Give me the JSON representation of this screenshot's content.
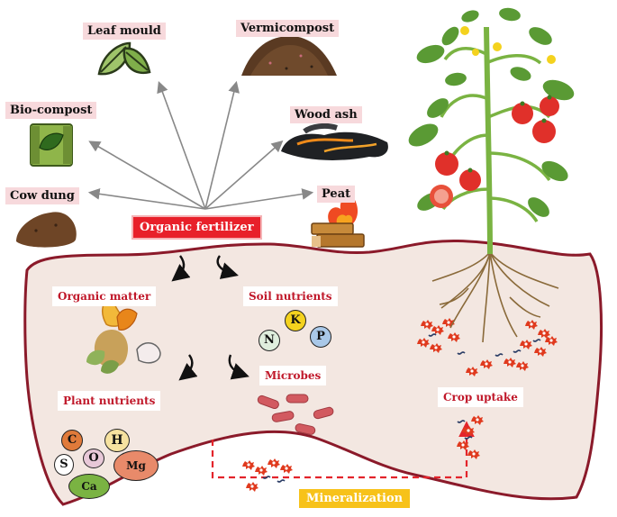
{
  "sources": {
    "leaf_mould": "Leaf mould",
    "vermicompost": "Vermicompost",
    "bio_compost": "Bio-compost",
    "wood_ash": "Wood ash",
    "cow_dung": "Cow dung",
    "peat": "Peat"
  },
  "center": {
    "organic_fertilizer": "Organic fertilizer"
  },
  "soil": {
    "organic_matter": "Organic matter",
    "soil_nutrients": "Soil nutrients",
    "plant_nutrients": "Plant nutrients",
    "microbes": "Microbes",
    "crop_uptake": "Crop uptake",
    "mineralization": "Mineralization"
  },
  "soil_nutrient_symbols": {
    "n": "N",
    "k": "K",
    "p": "P"
  },
  "plant_nutrient_symbols": {
    "c": "C",
    "h": "H",
    "o": "O",
    "s": "S",
    "mg": "Mg",
    "ca": "Ca"
  },
  "colors": {
    "soil_fill": "#f3e7e1",
    "soil_border": "#8b1a2a",
    "arrow_red": "#e3242b",
    "leaf_green": "#5a9a34",
    "tomato_red": "#e0302a"
  }
}
